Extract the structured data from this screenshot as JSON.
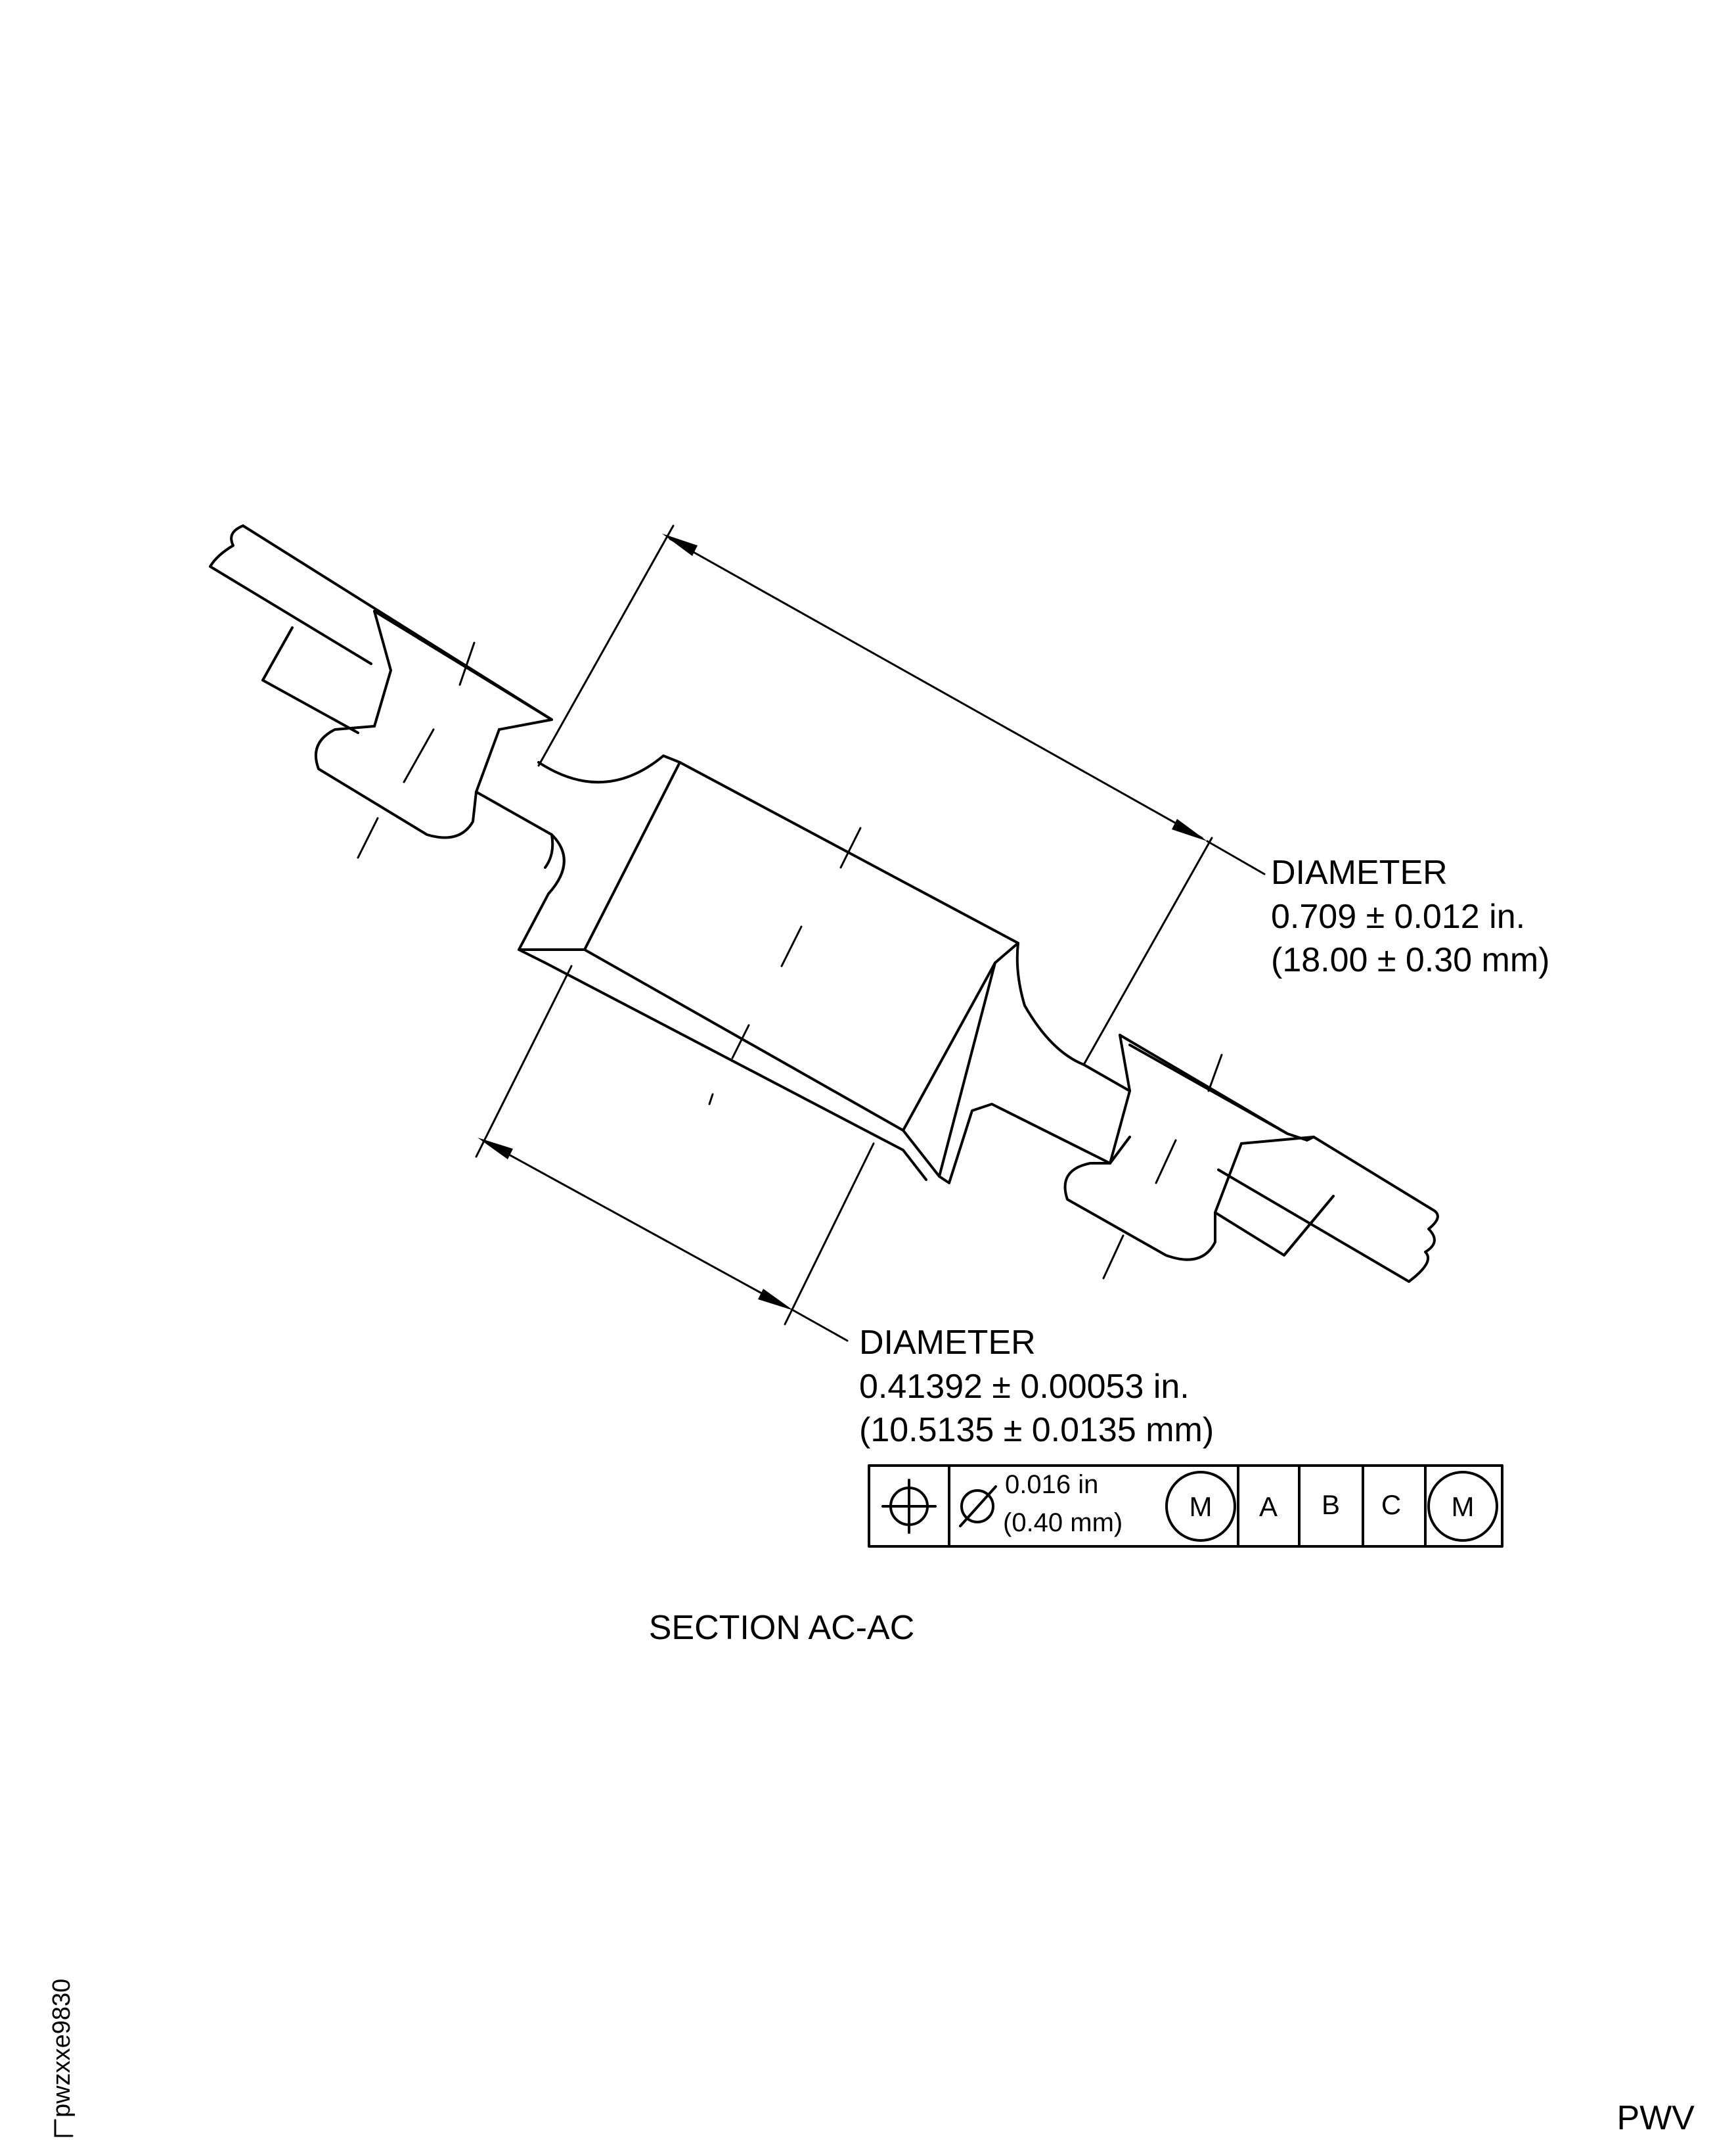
{
  "dimensions": {
    "outer": {
      "label": "DIAMETER",
      "inch": "0.709 ± 0.012 in.",
      "mm": "(18.00 ± 0.30 mm)"
    },
    "inner": {
      "label": "DIAMETER",
      "inch": "0.41392 ± 0.00053 in.",
      "mm": "(10.5135 ± 0.0135 mm)"
    }
  },
  "feature_control_frame": {
    "symbol": "position-icon",
    "diameter_symbol": "diameter-icon",
    "tolerance_inch": "0.016 in",
    "tolerance_mm": "(0.40 mm)",
    "modifier": "M",
    "datum_a": "A",
    "datum_b": "B",
    "datum_c": "C",
    "datum_c_modifier": "M"
  },
  "caption": "SECTION AC-AC",
  "figure_code": "pwzxxe9830",
  "corner_label": "PWV"
}
